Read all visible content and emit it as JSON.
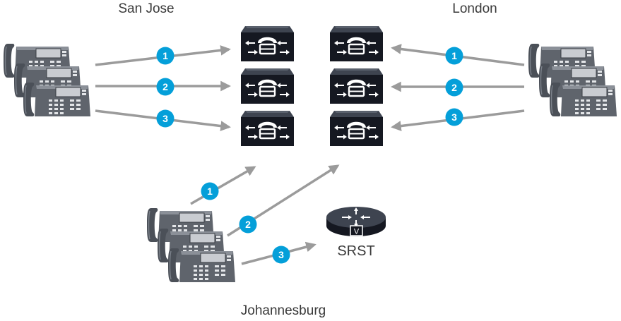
{
  "sites": {
    "san_jose": "San Jose",
    "london": "London",
    "johannesburg": "Johannesburg"
  },
  "devices": {
    "srst_label": "SRST",
    "srst_badge": "V"
  },
  "badges": {
    "one": "1",
    "two": "2",
    "three": "3"
  },
  "colors": {
    "arrow": "#9b9b9b",
    "badge": "#049fd9",
    "cm_server_top": "#3e4450",
    "cm_server_front": "#151821",
    "phone": "#6b7079"
  },
  "icons": [
    "ip-phone-icon",
    "call-manager-server-icon",
    "router-icon"
  ]
}
